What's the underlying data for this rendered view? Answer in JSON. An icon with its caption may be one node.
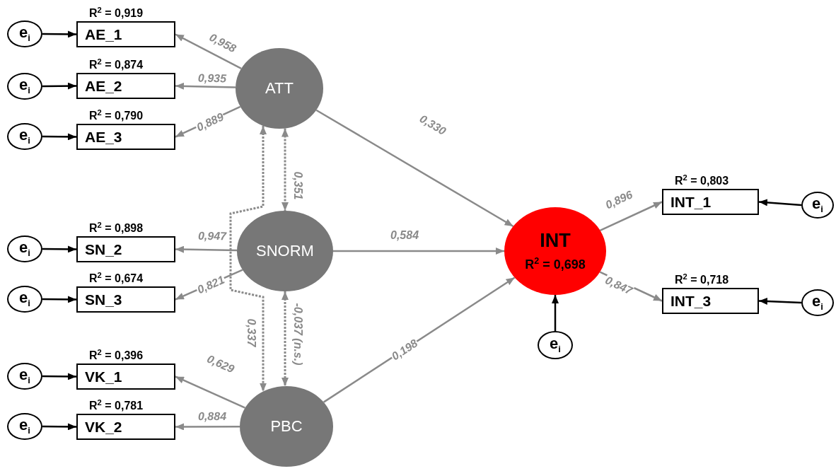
{
  "diagram": {
    "nodes": [
      {
        "text": [
          "e$_{i}$"
        ]
      },
      {
        "text": [
          "AE_1"
        ],
        "beside": [
          "R$^{2}$ = 0,919"
        ]
      },
      {
        "text": [
          "e$_{i}$"
        ]
      },
      {
        "text": [
          "AE_2"
        ],
        "beside": [
          "R$^{2}$ = 0,874"
        ]
      },
      {
        "text": [
          "e$_{i}$"
        ]
      },
      {
        "text": [
          "AE_3"
        ],
        "beside": [
          "R$^{2}$ = 0,790"
        ]
      },
      {
        "text": [
          "ATT"
        ]
      },
      {
        "text": [
          "e$_{i}$"
        ]
      },
      {
        "text": [
          "SN_2"
        ],
        "beside": [
          "R$^{2}$ = 0,898"
        ]
      },
      {
        "text": [
          "e$_{i}$"
        ]
      },
      {
        "text": [
          "SN_3"
        ],
        "beside": [
          "R$^{2}$ = 0,674"
        ]
      },
      {
        "text": [
          "SNORM"
        ]
      },
      {
        "text": [
          "e$_{i}$"
        ]
      },
      {
        "text": [
          "VK_1"
        ],
        "beside": [
          "R$^{2}$ = 0,396"
        ]
      },
      {
        "text": [
          "e$_{i}$"
        ]
      },
      {
        "text": [
          "VK_2"
        ],
        "beside": [
          "R$^{2}$ = 0,781"
        ]
      },
      {
        "text": [
          "PBC"
        ]
      },
      {
        "text": [
          "INT",
          "R$^{2}$ = 0,698"
        ]
      },
      {
        "text": [
          "e$_{i}$"
        ]
      },
      {
        "text": [
          "INT_1"
        ],
        "beside": [
          "R$^{2}$ = 0,803"
        ]
      },
      {
        "text": [
          "e$_{i}$"
        ]
      },
      {
        "text": [
          "INT_3"
        ],
        "beside": [
          "R$^{2}$ = 0,718"
        ]
      },
      {
        "text": [
          "e$_{i}$"
        ]
      }
    ],
    "edges": [
      {
        "from": 0,
        "to": 1,
        "arrow": "to",
        "color": "#000000"
      },
      {
        "from": 2,
        "to": 3,
        "arrow": "to",
        "color": "#000000"
      },
      {
        "from": 4,
        "to": 5,
        "arrow": "to",
        "color": "#000000"
      },
      {
        "from": 7,
        "to": 8,
        "arrow": "to",
        "color": "#000000"
      },
      {
        "from": 9,
        "to": 10,
        "arrow": "to",
        "color": "#000000"
      },
      {
        "from": 12,
        "to": 13,
        "arrow": "to",
        "color": "#000000"
      },
      {
        "from": 14,
        "to": 15,
        "arrow": "to",
        "color": "#000000"
      },
      {
        "from": 6,
        "to": 1,
        "arrow": "to",
        "label": "0,958"
      },
      {
        "from": 6,
        "to": 3,
        "arrow": "to",
        "label": "0,935"
      },
      {
        "from": 6,
        "to": 5,
        "arrow": "to",
        "label": "0,889"
      },
      {
        "from": 11,
        "to": 8,
        "arrow": "to",
        "label": "0,947"
      },
      {
        "from": 11,
        "to": 10,
        "arrow": "to",
        "label": "0,821"
      },
      {
        "from": 16,
        "to": 13,
        "arrow": "to",
        "label": "0,629"
      },
      {
        "from": 16,
        "to": 15,
        "arrow": "to",
        "label": "0,884"
      },
      {
        "from": 6,
        "to": 11,
        "arrow": "both",
        "style": "dashed",
        "label": "0,351"
      },
      {
        "from": 6,
        "to": 16,
        "arrow": "both",
        "style": "dashed",
        "label": "0,337"
      },
      {
        "from": 11,
        "to": 16,
        "arrow": "both",
        "style": "dashed",
        "label": "-0,037 (n.s.)"
      },
      {
        "from": 6,
        "to": 17,
        "arrow": "to",
        "label": "0,330"
      },
      {
        "from": 11,
        "to": 17,
        "arrow": "to",
        "label": "0,584"
      },
      {
        "from": 16,
        "to": 17,
        "arrow": "to",
        "label": "0,198"
      },
      {
        "from": 18,
        "to": 17,
        "arrow": "to",
        "color": "#000000"
      },
      {
        "from": 17,
        "to": 19,
        "arrow": "to",
        "label": "0,896"
      },
      {
        "from": 17,
        "to": 21,
        "arrow": "to",
        "label": "0,847"
      },
      {
        "from": 20,
        "to": 19,
        "arrow": "to",
        "color": "#000000"
      },
      {
        "from": 22,
        "to": 21,
        "arrow": "to",
        "color": "#000000"
      }
    ]
  }
}
